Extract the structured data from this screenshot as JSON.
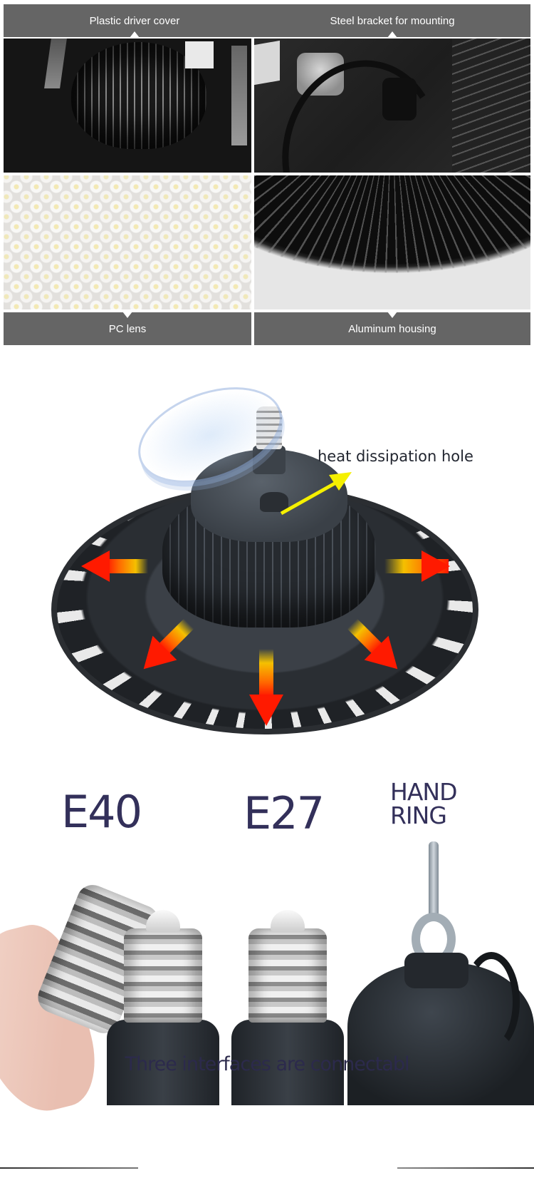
{
  "feature_grid": {
    "top_labels": [
      {
        "text": "Plastic driver cover",
        "photo": "driver-cover-photo"
      },
      {
        "text": "Steel bracket for mounting",
        "photo": "steel-bracket-photo"
      }
    ],
    "bottom_labels": [
      {
        "text": "PC lens",
        "photo": "pc-lens-photo"
      },
      {
        "text": "Aluminum housing",
        "photo": "aluminum-housing-photo"
      }
    ],
    "label_bar_color": "#656565",
    "label_text_color": "#ffffff"
  },
  "heat_section": {
    "annotation": "heat dissipation hole",
    "annotation_arrow_color": "#f5f000",
    "heat_arrow_colors": [
      "#ff1a00",
      "#ff8a00",
      "#f5d000"
    ]
  },
  "interfaces_section": {
    "labels": {
      "e40": "E40",
      "e27": "E27",
      "hand_ring_line1": "HAND",
      "hand_ring_line2": "RING"
    },
    "caption": "Three interfaces are connectabl",
    "text_color": "#33305a"
  }
}
